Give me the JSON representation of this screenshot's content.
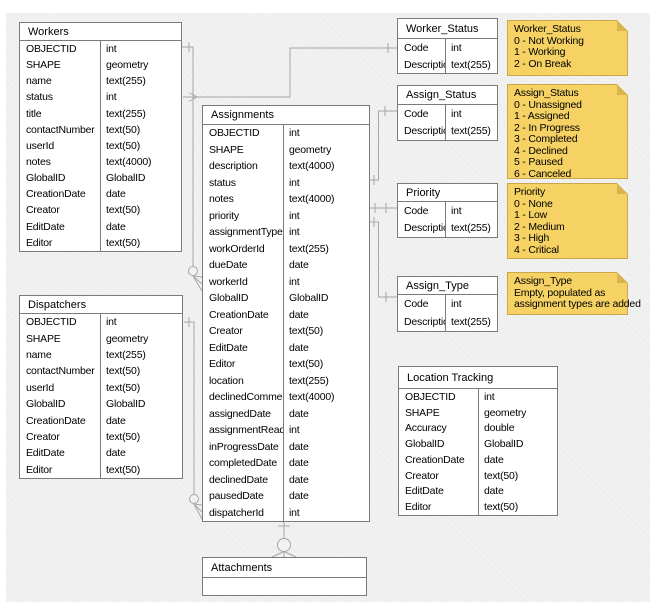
{
  "colors": {
    "canvas_bg": "#f1f1f2",
    "table_fill": "#ffffff",
    "table_border": "#7a7a7a",
    "edge_line": "#a6a6a6",
    "note_fill": "#f5d263",
    "note_border": "#c9a84c",
    "note_fold": "#d9b44e",
    "text": "#000000"
  },
  "entities": {
    "workers": {
      "title": "Workers",
      "fields": [
        {
          "name": "OBJECTID",
          "type": "int"
        },
        {
          "name": "SHAPE",
          "type": "geometry"
        },
        {
          "name": "name",
          "type": "text(255)"
        },
        {
          "name": "status",
          "type": "int"
        },
        {
          "name": "title",
          "type": "text(255)"
        },
        {
          "name": "contactNumber",
          "type": "text(50)"
        },
        {
          "name": "userId",
          "type": "text(50)"
        },
        {
          "name": "notes",
          "type": "text(4000)"
        },
        {
          "name": "GlobalID",
          "type": "GlobalID"
        },
        {
          "name": "CreationDate",
          "type": "date"
        },
        {
          "name": "Creator",
          "type": "text(50)"
        },
        {
          "name": "EditDate",
          "type": "date"
        },
        {
          "name": "Editor",
          "type": "text(50)"
        }
      ]
    },
    "dispatchers": {
      "title": "Dispatchers",
      "fields": [
        {
          "name": "OBJECTID",
          "type": "int"
        },
        {
          "name": "SHAPE",
          "type": "geometry"
        },
        {
          "name": "name",
          "type": "text(255)"
        },
        {
          "name": "contactNumber",
          "type": "text(50)"
        },
        {
          "name": "userId",
          "type": "text(50)"
        },
        {
          "name": "GlobalID",
          "type": "GlobalID"
        },
        {
          "name": "CreationDate",
          "type": "date"
        },
        {
          "name": "Creator",
          "type": "text(50)"
        },
        {
          "name": "EditDate",
          "type": "date"
        },
        {
          "name": "Editor",
          "type": "text(50)"
        }
      ]
    },
    "assignments": {
      "title": "Assignments",
      "fields": [
        {
          "name": "OBJECTID",
          "type": "int"
        },
        {
          "name": "SHAPE",
          "type": "geometry"
        },
        {
          "name": "description",
          "type": "text(4000)"
        },
        {
          "name": "status",
          "type": "int"
        },
        {
          "name": "notes",
          "type": "text(4000)"
        },
        {
          "name": "priority",
          "type": "int"
        },
        {
          "name": "assignmentType",
          "type": "int"
        },
        {
          "name": "workOrderId",
          "type": "text(255)"
        },
        {
          "name": "dueDate",
          "type": "date"
        },
        {
          "name": "workerId",
          "type": "int"
        },
        {
          "name": "GlobalID",
          "type": "GlobalID"
        },
        {
          "name": "CreationDate",
          "type": "date"
        },
        {
          "name": "Creator",
          "type": "text(50)"
        },
        {
          "name": "EditDate",
          "type": "date"
        },
        {
          "name": "Editor",
          "type": "text(50)"
        },
        {
          "name": "location",
          "type": "text(255)"
        },
        {
          "name": "declinedComment",
          "type": "text(4000)"
        },
        {
          "name": "assignedDate",
          "type": "date"
        },
        {
          "name": "assignmentRead",
          "type": "int"
        },
        {
          "name": "inProgressDate",
          "type": "date"
        },
        {
          "name": "completedDate",
          "type": "date"
        },
        {
          "name": "declinedDate",
          "type": "date"
        },
        {
          "name": "pausedDate",
          "type": "date"
        },
        {
          "name": "dispatcherId",
          "type": "int"
        }
      ]
    },
    "worker_status": {
      "title": "Worker_Status",
      "fields": [
        {
          "name": "Code",
          "type": "int"
        },
        {
          "name": "Description",
          "type": "text(255)"
        }
      ]
    },
    "assign_status": {
      "title": "Assign_Status",
      "fields": [
        {
          "name": "Code",
          "type": "int"
        },
        {
          "name": "Description",
          "type": "text(255)"
        }
      ]
    },
    "priority": {
      "title": "Priority",
      "fields": [
        {
          "name": "Code",
          "type": "int"
        },
        {
          "name": "Description",
          "type": "text(255)"
        }
      ]
    },
    "assign_type": {
      "title": "Assign_Type",
      "fields": [
        {
          "name": "Code",
          "type": "int"
        },
        {
          "name": "Description",
          "type": "text(255)"
        }
      ]
    },
    "location_tracking": {
      "title": "Location Tracking",
      "fields": [
        {
          "name": "OBJECTID",
          "type": "int"
        },
        {
          "name": "SHAPE",
          "type": "geometry"
        },
        {
          "name": "Accuracy",
          "type": "double"
        },
        {
          "name": "GlobalID",
          "type": "GlobalID"
        },
        {
          "name": "CreationDate",
          "type": "date"
        },
        {
          "name": "Creator",
          "type": "text(50)"
        },
        {
          "name": "EditDate",
          "type": "date"
        },
        {
          "name": "Editor",
          "type": "text(50)"
        }
      ]
    },
    "attachments": {
      "title": "Attachments",
      "fields": [
        {
          "name": "",
          "type": ""
        }
      ]
    }
  },
  "notes": {
    "worker_status": {
      "title": "Worker_Status",
      "lines": [
        "0 - Not Working",
        "1 - Working",
        "2 - On Break"
      ]
    },
    "assign_status": {
      "title": "Assign_Status",
      "lines": [
        "0 - Unassigned",
        "1 - Assigned",
        "2 - In Progress",
        "3 - Completed",
        "4 - Declined",
        "5 - Paused",
        "6 - Canceled"
      ]
    },
    "priority": {
      "title": "Priority",
      "lines": [
        "0 - None",
        "1 - Low",
        "2 - Medium",
        "3 - High",
        "4 - Critical"
      ]
    },
    "assign_type": {
      "title": "Assign_Type",
      "lines": [
        "Empty, populated as",
        "assignment types are added"
      ]
    }
  }
}
